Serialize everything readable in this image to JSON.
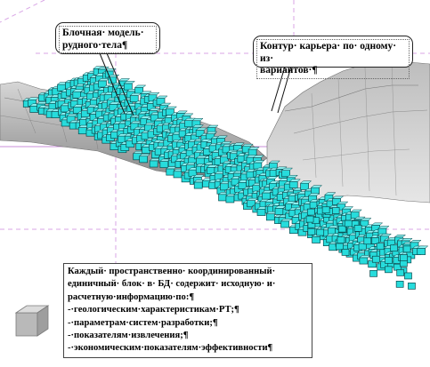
{
  "callouts": {
    "block_model": {
      "line1": "Блочная· модель·",
      "line2": "рудного·тела¶"
    },
    "pit_contour": {
      "line1": "Контур· карьера· по· одному· из·",
      "line2": "вариантов·¶"
    }
  },
  "info_box": {
    "lines": [
      "Каждый· пространственно· координированный·",
      "единичный· блок· в· БД· содержит· исходную· и·",
      "расчетную·информацию·по:¶",
      "-·геологическим·характеристикам·РТ;¶",
      "-·параметрам·систем·разработки;¶",
      "-·показателям·извлечения;¶",
      "-·экономическим·показателям·эффективности¶"
    ]
  },
  "colors": {
    "block_fill": "#27dcdc",
    "block_edge": "#0a4a4e",
    "terrain": "#9a9a9a",
    "guide_line": "#d9a6e6"
  }
}
